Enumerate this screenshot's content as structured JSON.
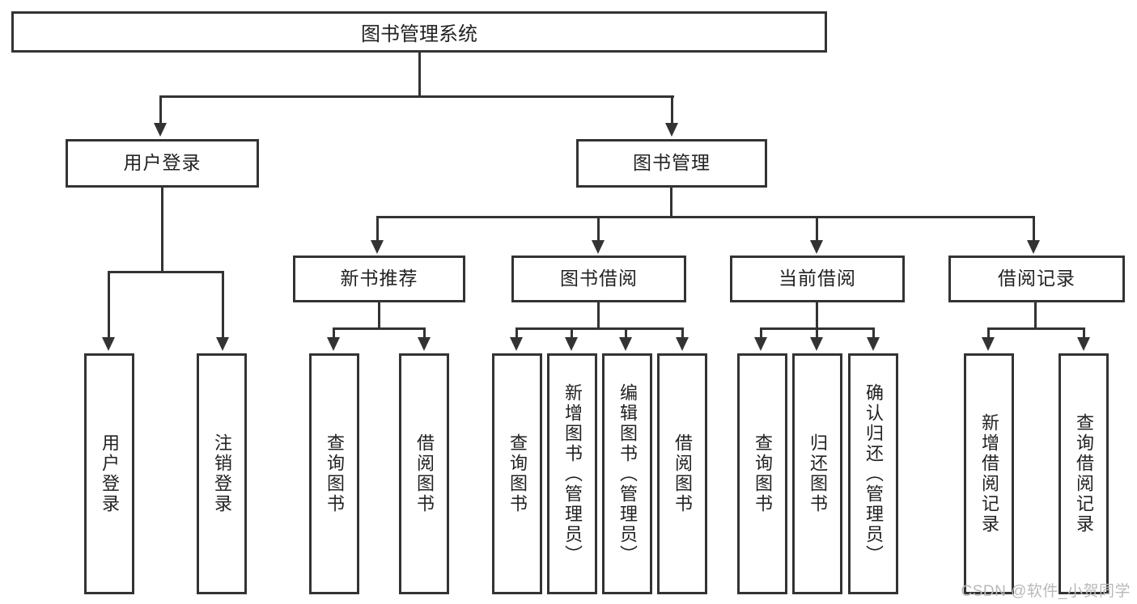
{
  "diagram": {
    "title": "图书管理系统",
    "type": "tree-hierarchy-diagram",
    "watermark": "CSDN @软件_小贺同学",
    "colors": {
      "stroke": "#333333",
      "fill": "#ffffff",
      "text": "#222222",
      "watermark": "#b9b9b9"
    },
    "root": {
      "label": "图书管理系统"
    },
    "level2": [
      {
        "label": "用户登录"
      },
      {
        "label": "图书管理"
      }
    ],
    "level3": [
      {
        "label": "新书推荐"
      },
      {
        "label": "图书借阅"
      },
      {
        "label": "当前借阅"
      },
      {
        "label": "借阅记录"
      }
    ],
    "leaves": {
      "user_login": [
        {
          "label": "用户登录"
        },
        {
          "label": "注销登录"
        }
      ],
      "new_book_recommend": [
        {
          "label": "查询图书"
        },
        {
          "label": "借阅图书"
        }
      ],
      "book_borrow": [
        {
          "label": "查询图书"
        },
        {
          "label": "新增图书（管理员）"
        },
        {
          "label": "编辑图书（管理员）"
        },
        {
          "label": "借阅图书"
        }
      ],
      "current_borrow": [
        {
          "label": "查询图书"
        },
        {
          "label": "归还图书"
        },
        {
          "label": "确认归还（管理员）"
        }
      ],
      "borrow_records": [
        {
          "label": "新增借阅记录"
        },
        {
          "label": "查询借阅记录"
        }
      ]
    }
  }
}
